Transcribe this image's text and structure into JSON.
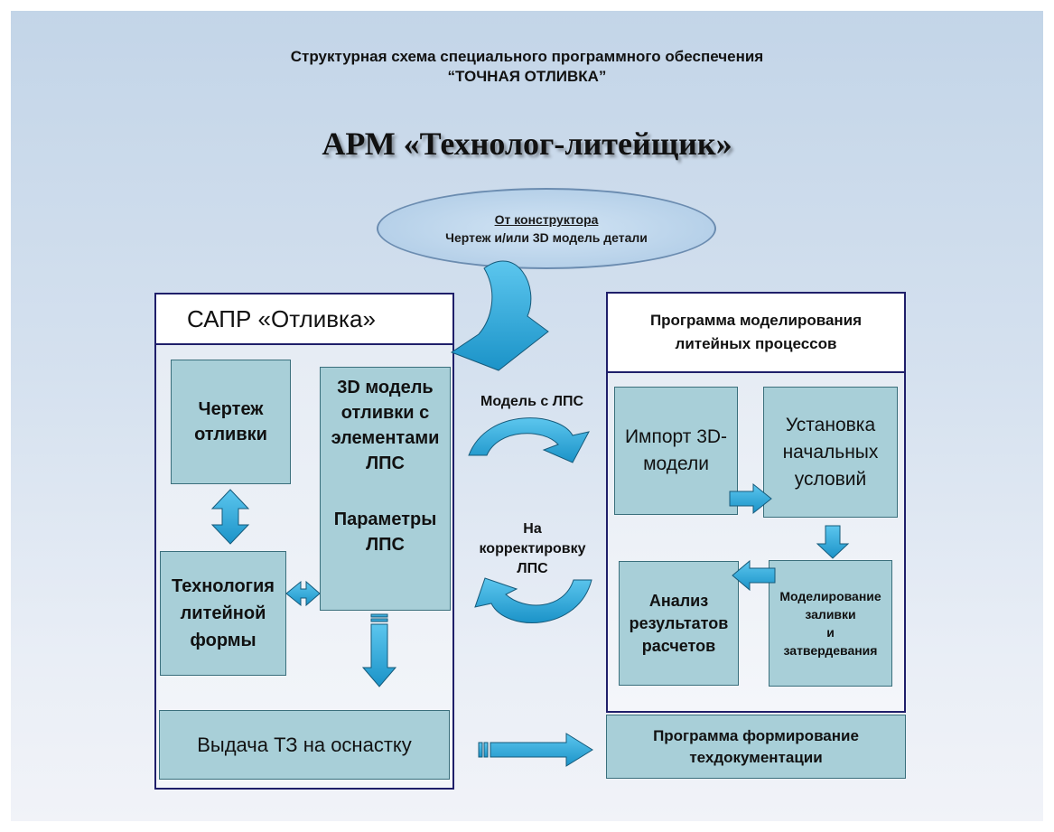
{
  "header": {
    "line1": "Структурная схема специального программного обеспечения",
    "line2": "“ТОЧНАЯ ОТЛИВКА”",
    "main_title": "АРМ «Технолог-литейщик»"
  },
  "source": {
    "title": "От конструктора",
    "subtitle": "Чертеж и/или 3D модель детали"
  },
  "left_panel": {
    "title": "САПР «Отливка»",
    "drawing": "Чертеж отливки",
    "model": "3D модель отливки с элементами ЛПС",
    "params": "Параметры ЛПС",
    "mold": "Технология литейной формы",
    "output": "Выдача ТЗ на оснастку"
  },
  "middle": {
    "to_sim": "Модель с ЛПС",
    "back_line1": "На",
    "back_line2": "корректировку",
    "back_line3": "ЛПС"
  },
  "right_panel": {
    "title_line1": "Программа моделирования",
    "title_line2": "литейных процессов",
    "import": "Импорт 3D-модели",
    "conditions": "Установка начальных условий",
    "simulation_line1": "Моделирование",
    "simulation_line2": "заливки",
    "simulation_line3": "и",
    "simulation_line4": "затвердевания",
    "analysis": "Анализ результатов расчетов"
  },
  "docs": {
    "line1": "Программа формирование",
    "line2": "техдокументации"
  },
  "colors": {
    "box_fill": "#a8cfd8",
    "arrow_fill": "#29a9dc",
    "panel_border": "#1f1f6a"
  }
}
